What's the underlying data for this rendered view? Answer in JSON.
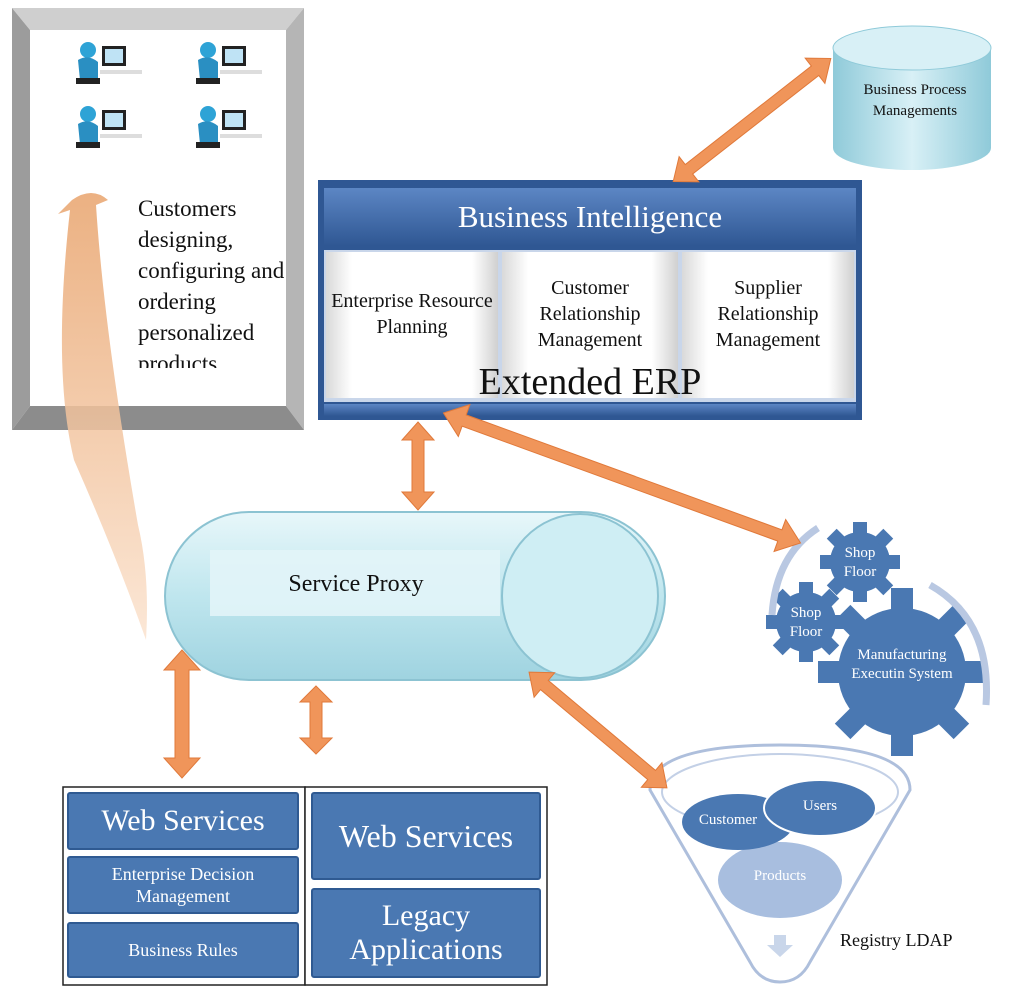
{
  "customers_panel": {
    "text": "Customers designing, configuring and ordering personalized products"
  },
  "business_intelligence": {
    "title": "Business Intelligence",
    "modules": [
      "Enterprise Resource Planning",
      "Customer Relationship Management",
      "Supplier Relationship Management"
    ],
    "footer": "Extended ERP"
  },
  "bpm": {
    "label": "Business Process Managements"
  },
  "service_proxy": {
    "label": "Service Proxy"
  },
  "manufacturing": {
    "gears": [
      "Shop Floor",
      "Shop Floor",
      "Manufacturing Executin System"
    ]
  },
  "web_services_left": {
    "title": "Web Services",
    "items": [
      "Enterprise Decision Management",
      "Business Rules"
    ]
  },
  "web_services_right": {
    "title": "Web Services",
    "legacy": "Legacy Applications"
  },
  "registry": {
    "circles": [
      "Customer",
      "Users",
      "Products"
    ],
    "label": "Registry LDAP"
  },
  "colors": {
    "arrow": "#f0955a",
    "bi_blue": "#3e66a8",
    "gear_blue": "#4a78b2",
    "proxy_cyan": "#bfe6ee"
  }
}
